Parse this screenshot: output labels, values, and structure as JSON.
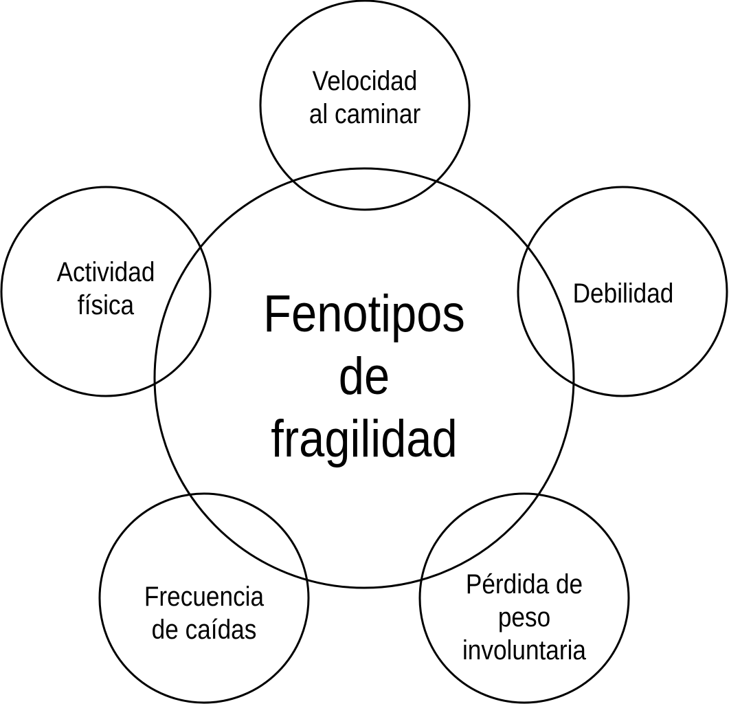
{
  "center": {
    "label": "Fenotipos\nde\nfragilidad"
  },
  "nodes": [
    {
      "label": "Velocidad\nal caminar"
    },
    {
      "label": "Debilidad"
    },
    {
      "label": "Pérdida de\npeso\ninvoluntaria"
    },
    {
      "label": "Frecuencia\nde caídas"
    },
    {
      "label": "Actividad\nfísica"
    }
  ],
  "colors": {
    "stroke": "#000000",
    "background": "#ffffff"
  }
}
